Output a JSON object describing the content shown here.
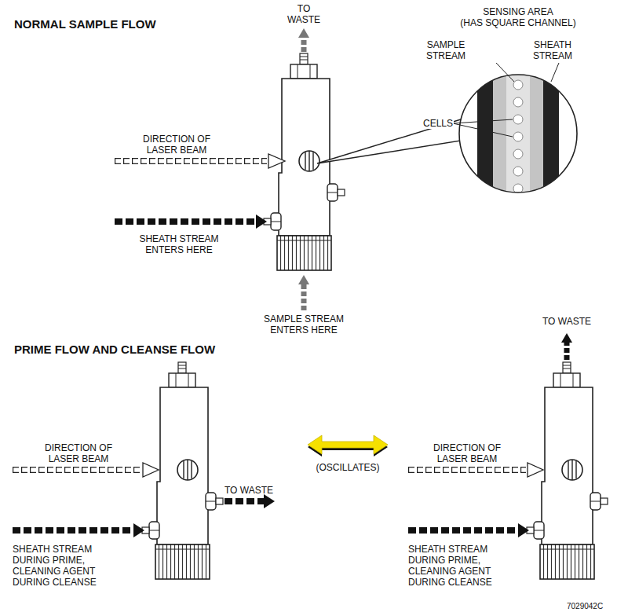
{
  "diagram": {
    "labels": [
      "NORMAL SAMPLE FLOW",
      "TO WASTE",
      "SENSING AREA",
      "(HAS SQUARE CHANNEL)",
      "SAMPLE STREAM",
      "SHEATH STREAM",
      "CELLS",
      "DIRECTION OF LASER BEAM",
      "SHEATH STREAM ENTERS HERE",
      "SAMPLE STREAM ENTERS HERE",
      "PRIME FLOW AND CLEANSE FLOW",
      "DIRECTION OF LASER BEAM",
      "TO WASTE",
      "(OSCILLATES)",
      "TO WASTE",
      "DIRECTION OF LASER BEAM",
      "SHEATH STREAM DURING PRIME, CLEANING AGENT DURING CLEANSE",
      "SHEATH STREAM DURING PRIME, CLEANING AGENT DURING CLEANSE",
      "7029042C"
    ]
  }
}
